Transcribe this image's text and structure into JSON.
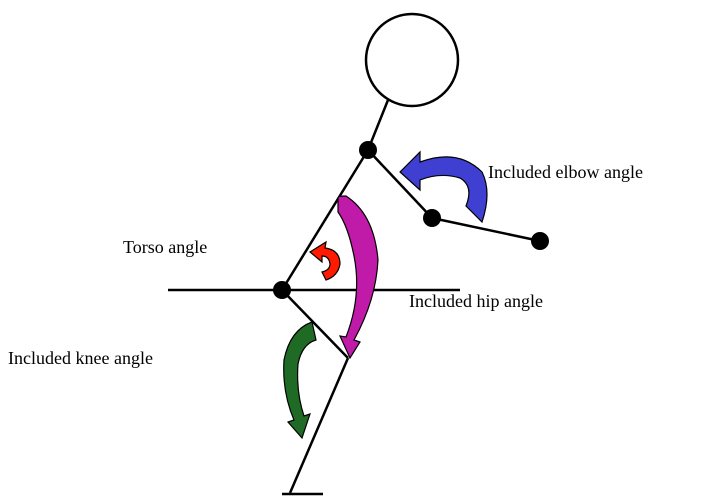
{
  "labels": {
    "elbow": "Included elbow angle",
    "torso": "Torso angle",
    "hip": "Included hip angle",
    "knee": "Included knee angle"
  },
  "colors": {
    "elbow_arrow": "#3f3fd1",
    "hip_arrow": "#c01aa8",
    "torso_arrow": "#ff1a00",
    "knee_arrow": "#1f6b25",
    "lines": "#000000"
  }
}
